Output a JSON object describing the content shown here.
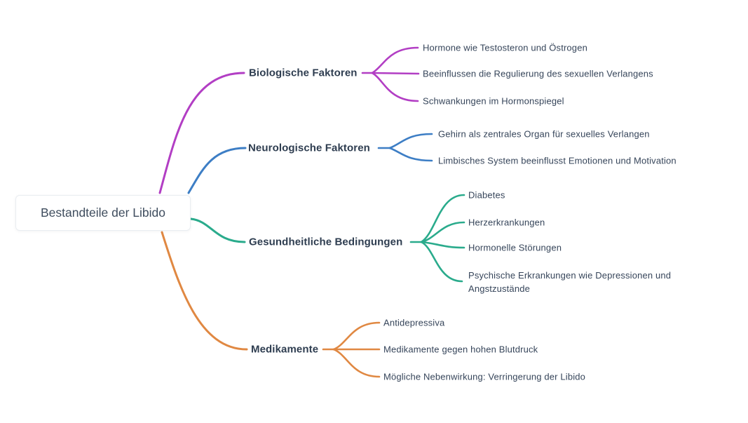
{
  "colors": {
    "background": "#ffffff",
    "root_text": "#3f4d5e",
    "branch_label_text": "#2e3d50",
    "child_text": "#36455a",
    "biologische_faktoren": "#b23ec4",
    "neurologische_faktoren": "#3d7ec5",
    "gesundheitliche_bedingungen": "#2aab8c",
    "medikamente": "#e08842"
  },
  "mindmap": {
    "root": {
      "label": "Bestandteile der Libido"
    },
    "branches": [
      {
        "label": "Biologische Faktoren",
        "color": "#b23ec4",
        "children": [
          "Hormone wie Testosteron und Östrogen",
          "Beeinflussen die Regulierung des sexuellen Verlangens",
          "Schwankungen im Hormonspiegel"
        ]
      },
      {
        "label": "Neurologische Faktoren",
        "color": "#3d7ec5",
        "children": [
          "Gehirn als zentrales Organ für sexuelles Verlangen",
          "Limbisches System beeinflusst Emotionen und Motivation"
        ]
      },
      {
        "label": "Gesundheitliche Bedingungen",
        "color": "#2aab8c",
        "children": [
          "Diabetes",
          "Herzerkrankungen",
          "Hormonelle Störungen",
          "Psychische Erkrankungen wie Depressionen und Angstzustände"
        ]
      },
      {
        "label": "Medikamente",
        "color": "#e08842",
        "children": [
          "Antidepressiva",
          "Medikamente gegen hohen Blutdruck",
          "Mögliche Nebenwirkung: Verringerung der Libido"
        ]
      }
    ]
  }
}
